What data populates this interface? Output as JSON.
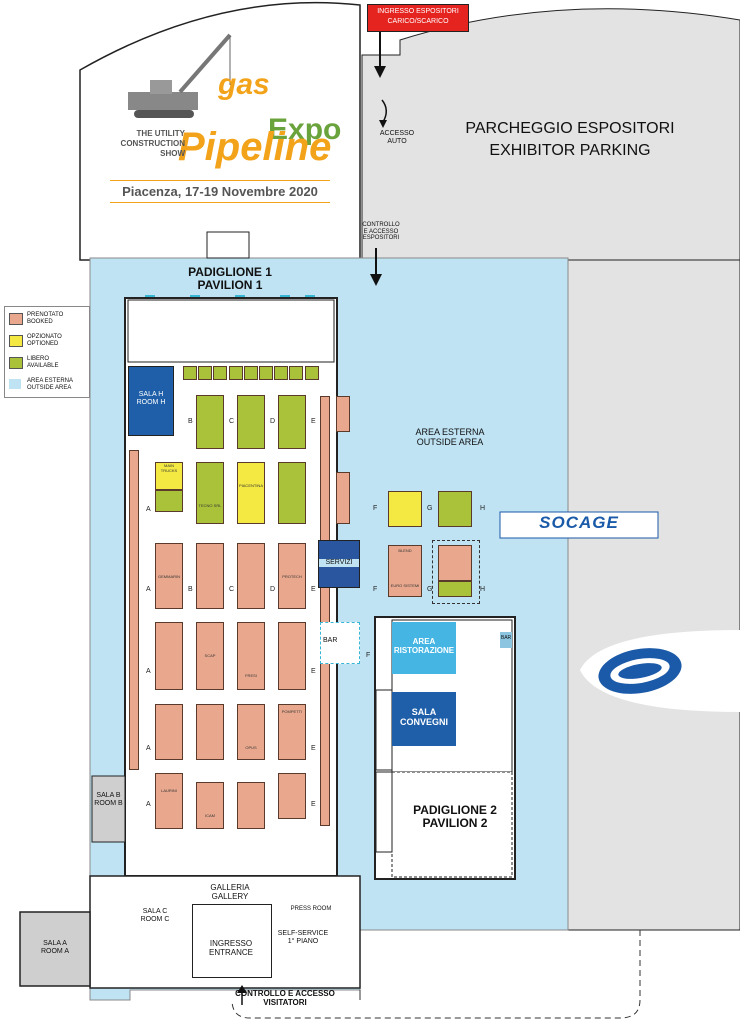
{
  "logo": {
    "brand_line1": "gas",
    "brand_line2": "Expo",
    "brand_line3": "Pipeline",
    "tagline": [
      "THE UTILITY",
      "CONSTRUCTION",
      "SHOW"
    ],
    "date": "Piacenza, 17-19 Novembre 2020"
  },
  "entrance_sign": [
    "INGRESSO ESPOSITORI",
    "CARICO/SCARICO"
  ],
  "accesso_auto": [
    "ACCESSO",
    "AUTO"
  ],
  "controllo_espositori": [
    "CONTROLLO",
    "E ACCESSO",
    "ESPOSITORI"
  ],
  "parking": [
    "PARCHEGGIO ESPOSITORI",
    "EXHIBITOR PARKING"
  ],
  "pavilion1": [
    "PADIGLIONE 1",
    "PAVILION 1"
  ],
  "pavilion2": [
    "PADIGLIONE 2",
    "PAVILION 2"
  ],
  "outside_area": [
    "AREA ESTERNA",
    "OUTSIDE AREA"
  ],
  "legend": [
    {
      "label": [
        "PRENOTATO",
        "BOOKED"
      ],
      "color": "#e9a88e"
    },
    {
      "label": [
        "OPZIONATO",
        "OPTIONED"
      ],
      "color": "#f4e843"
    },
    {
      "label": [
        "LIBERO",
        "AVAILABLE"
      ],
      "color": "#a9c23a"
    },
    {
      "label": [
        "AREA ESTERNA",
        "OUTSIDE AREA"
      ],
      "color": "#bfe3f3"
    }
  ],
  "rooms": {
    "sala_h": [
      "SALA H",
      "ROOM H"
    ],
    "sala_b": [
      "SALA B",
      "ROOM B"
    ],
    "sala_a": [
      "SALA A",
      "ROOM A"
    ],
    "sala_c": [
      "SALA C",
      "ROOM C"
    ],
    "galleria": [
      "GALLERIA",
      "GALLERY"
    ],
    "ingresso": [
      "INGRESSO",
      "ENTRANCE"
    ],
    "self_service": [
      "SELF-SERVICE",
      "1° PIANO"
    ],
    "press_room": "PRESS ROOM",
    "area_ristorazione": [
      "AREA",
      "RISTORAZIONE"
    ],
    "sala_convegni": [
      "SALA",
      "CONVEGNI"
    ],
    "bar": "BAR",
    "servizi": "SERVIZI"
  },
  "controllo_visitatori": [
    "CONTROLLO E ACCESSO",
    "VISITATORI"
  ],
  "sponsor": "SOCAGE",
  "aisle_letters": [
    "A",
    "B",
    "C",
    "D",
    "E",
    "F",
    "G",
    "H"
  ],
  "booth_labels": {
    "main_trucks": "MAIN TRUCKS",
    "tecno_srl": "TECNO SRL",
    "gemmarin": "GEMMARIN",
    "scap": "SCAP",
    "fresi": "FRESI",
    "laurini": "LAURINI",
    "icam": "ICAM",
    "opus": "OPUS",
    "protech": "PROTECH",
    "pompetti": "POMPETTI",
    "blend": "BLEND",
    "euro_sistemi": "EURO SISTEMI",
    "piacentina": "PIACENTINA"
  }
}
